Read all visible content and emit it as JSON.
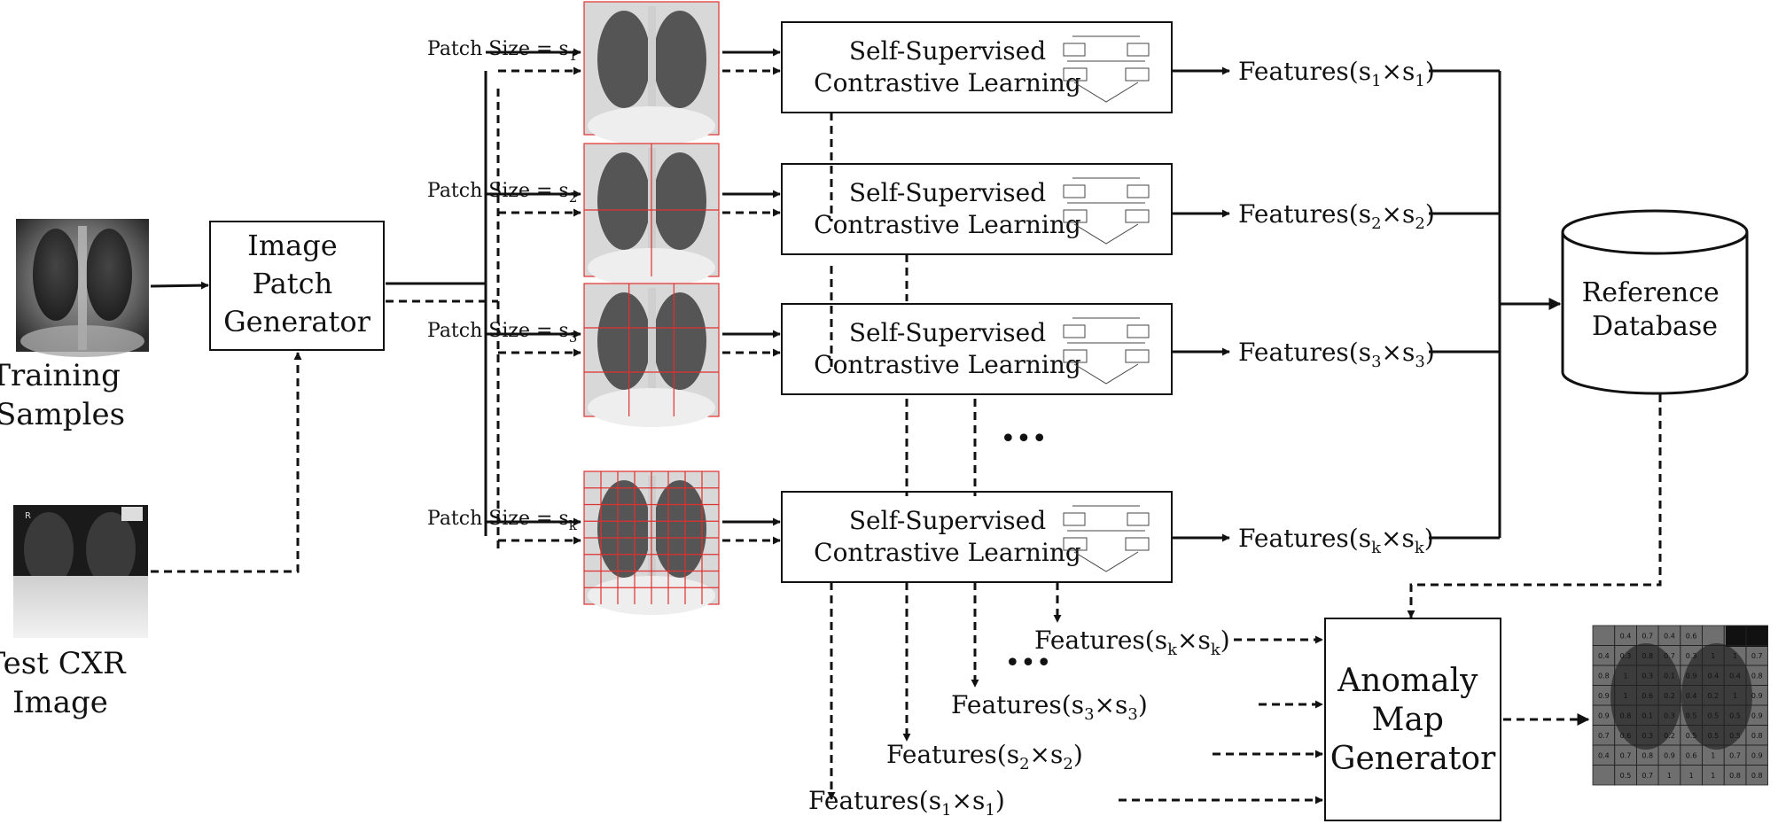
{
  "inputs": {
    "training_label_line1": "Training",
    "training_label_line2": "Samples",
    "test_label_line1": "Test CXR",
    "test_label_line2": "Image"
  },
  "generator": {
    "line1": "Image",
    "line2": "Patch",
    "line3": "Generator"
  },
  "patches": [
    {
      "label": "Patch  Size = s",
      "sub": "1",
      "grid": 1
    },
    {
      "label": "Patch  Size = s",
      "sub": "2",
      "grid": 2
    },
    {
      "label": "Patch  Size = s",
      "sub": "3",
      "grid": 3
    },
    {
      "label": "Patch  Size = s",
      "sub": "k",
      "grid": 8
    }
  ],
  "sscl": {
    "line1": "Self-Supervised",
    "line2": "Contrastive Learning"
  },
  "features_right": [
    {
      "prefix": "Features(s",
      "a": "1",
      "mid": "×s",
      "b": "1",
      "suffix": ")"
    },
    {
      "prefix": "Features(s",
      "a": "2",
      "mid": "×s",
      "b": "2",
      "suffix": ")"
    },
    {
      "prefix": "Features(s",
      "a": "3",
      "mid": "×s",
      "b": "3",
      "suffix": ")"
    },
    {
      "prefix": "Features(s",
      "a": "k",
      "mid": "×s",
      "b": "k",
      "suffix": ")"
    }
  ],
  "features_bottom": [
    {
      "prefix": "Features(s",
      "a": "k",
      "mid": "×s",
      "b": "k",
      "suffix": ")"
    },
    {
      "prefix": "Features(s",
      "a": "3",
      "mid": "×s",
      "b": "3",
      "suffix": ")"
    },
    {
      "prefix": "Features(s",
      "a": "2",
      "mid": "×s",
      "b": "2",
      "suffix": ")"
    },
    {
      "prefix": "Features(s",
      "a": "1",
      "mid": "×s",
      "b": "1",
      "suffix": ")"
    }
  ],
  "ellipsis": "•••",
  "database": {
    "line1": "Reference",
    "line2": "Database"
  },
  "anomaly": {
    "line1": "Anomaly",
    "line2": "Map",
    "line3": "Generator"
  },
  "anomaly_map_values": [
    [
      "",
      "0.4",
      "0.7",
      "0.4",
      "0.6",
      "",
      "",
      ""
    ],
    [
      "0.4",
      "0.3",
      "0.8",
      "0.7",
      "0.3",
      "1",
      "1",
      "0.7"
    ],
    [
      "0.8",
      "1",
      "0.3",
      "0.1",
      "0.9",
      "0.4",
      "0.4",
      "0.8"
    ],
    [
      "0.9",
      "1",
      "0.6",
      "0.2",
      "0.4",
      "0.2",
      "1",
      "0.9"
    ],
    [
      "0.9",
      "0.8",
      "0.1",
      "0.3",
      "0.5",
      "0.5",
      "0.5",
      "0.9"
    ],
    [
      "0.7",
      "0.6",
      "0.3",
      "0.2",
      "0.5",
      "0.5",
      "0.5",
      "0.8"
    ],
    [
      "0.4",
      "0.7",
      "0.8",
      "0.9",
      "0.6",
      "1",
      "0.7",
      "0.9"
    ],
    [
      "",
      "0.5",
      "0.7",
      "1",
      "1",
      "1",
      "0.8",
      "0.8"
    ]
  ]
}
